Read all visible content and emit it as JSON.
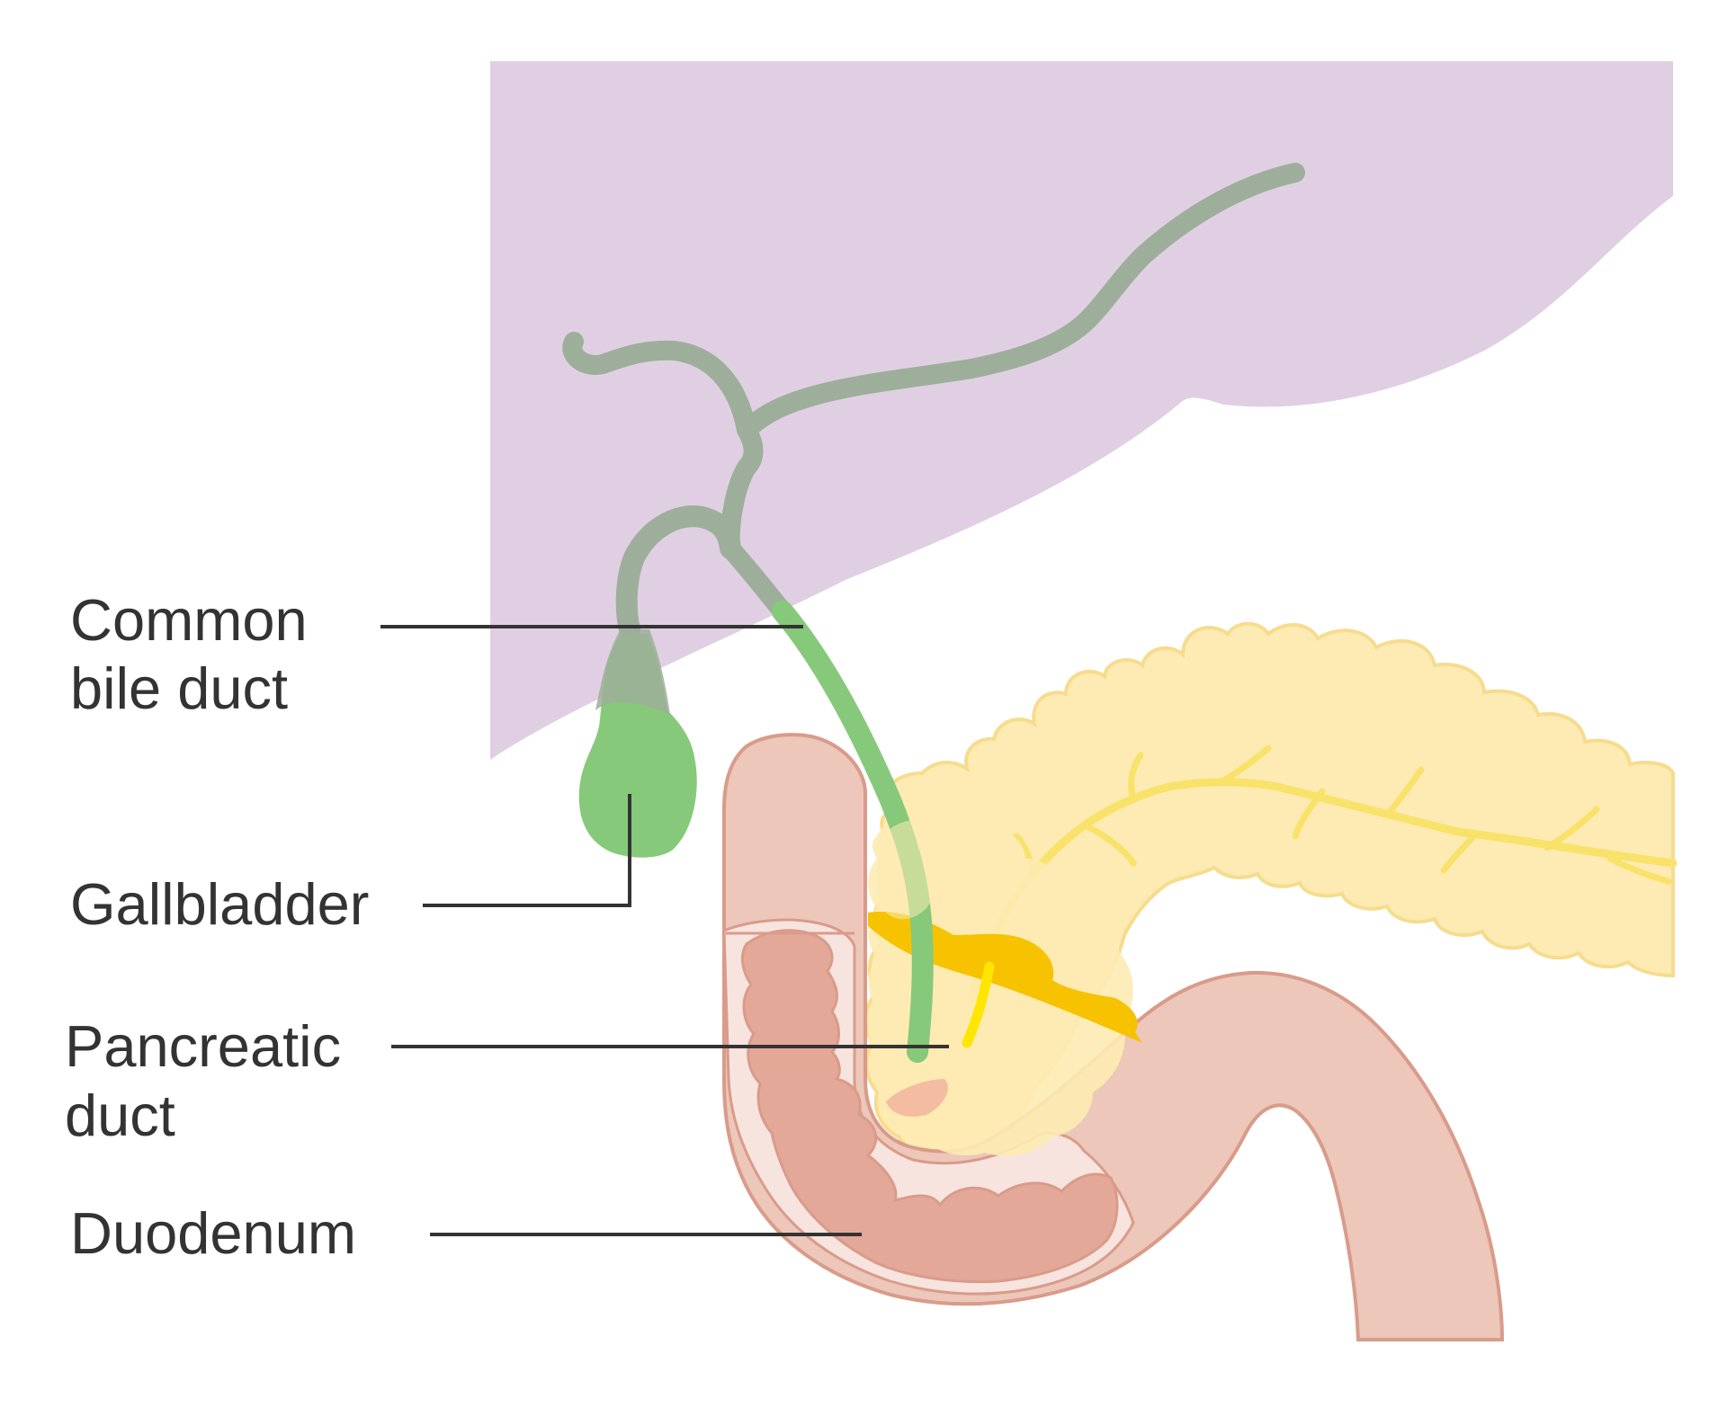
{
  "labels": {
    "common_bile_duct": {
      "line1": "Common",
      "line2": "bile duct"
    },
    "gallbladder": {
      "line1": "Gallbladder"
    },
    "pancreatic_duct": {
      "line1": "Pancreatic",
      "line2": "duct"
    },
    "duodenum": {
      "line1": "Duodenum"
    }
  },
  "colors": {
    "liver": "#e0cfe3",
    "bile_ducts": "#9daf9a",
    "gallbladder": "#86c97a",
    "common_bile_duct": "#86c97a",
    "pancreas": "#fdebb3",
    "pancreas_outline": "#f7dc8e",
    "pancreatic_duct": "#f8e26a",
    "ampulla": "#f7c200",
    "duodenum_wall": "#ecc7ba",
    "duodenum_inner": "#e4a899",
    "duodenum_outline": "#d99b8a",
    "label_text": "#333333"
  }
}
